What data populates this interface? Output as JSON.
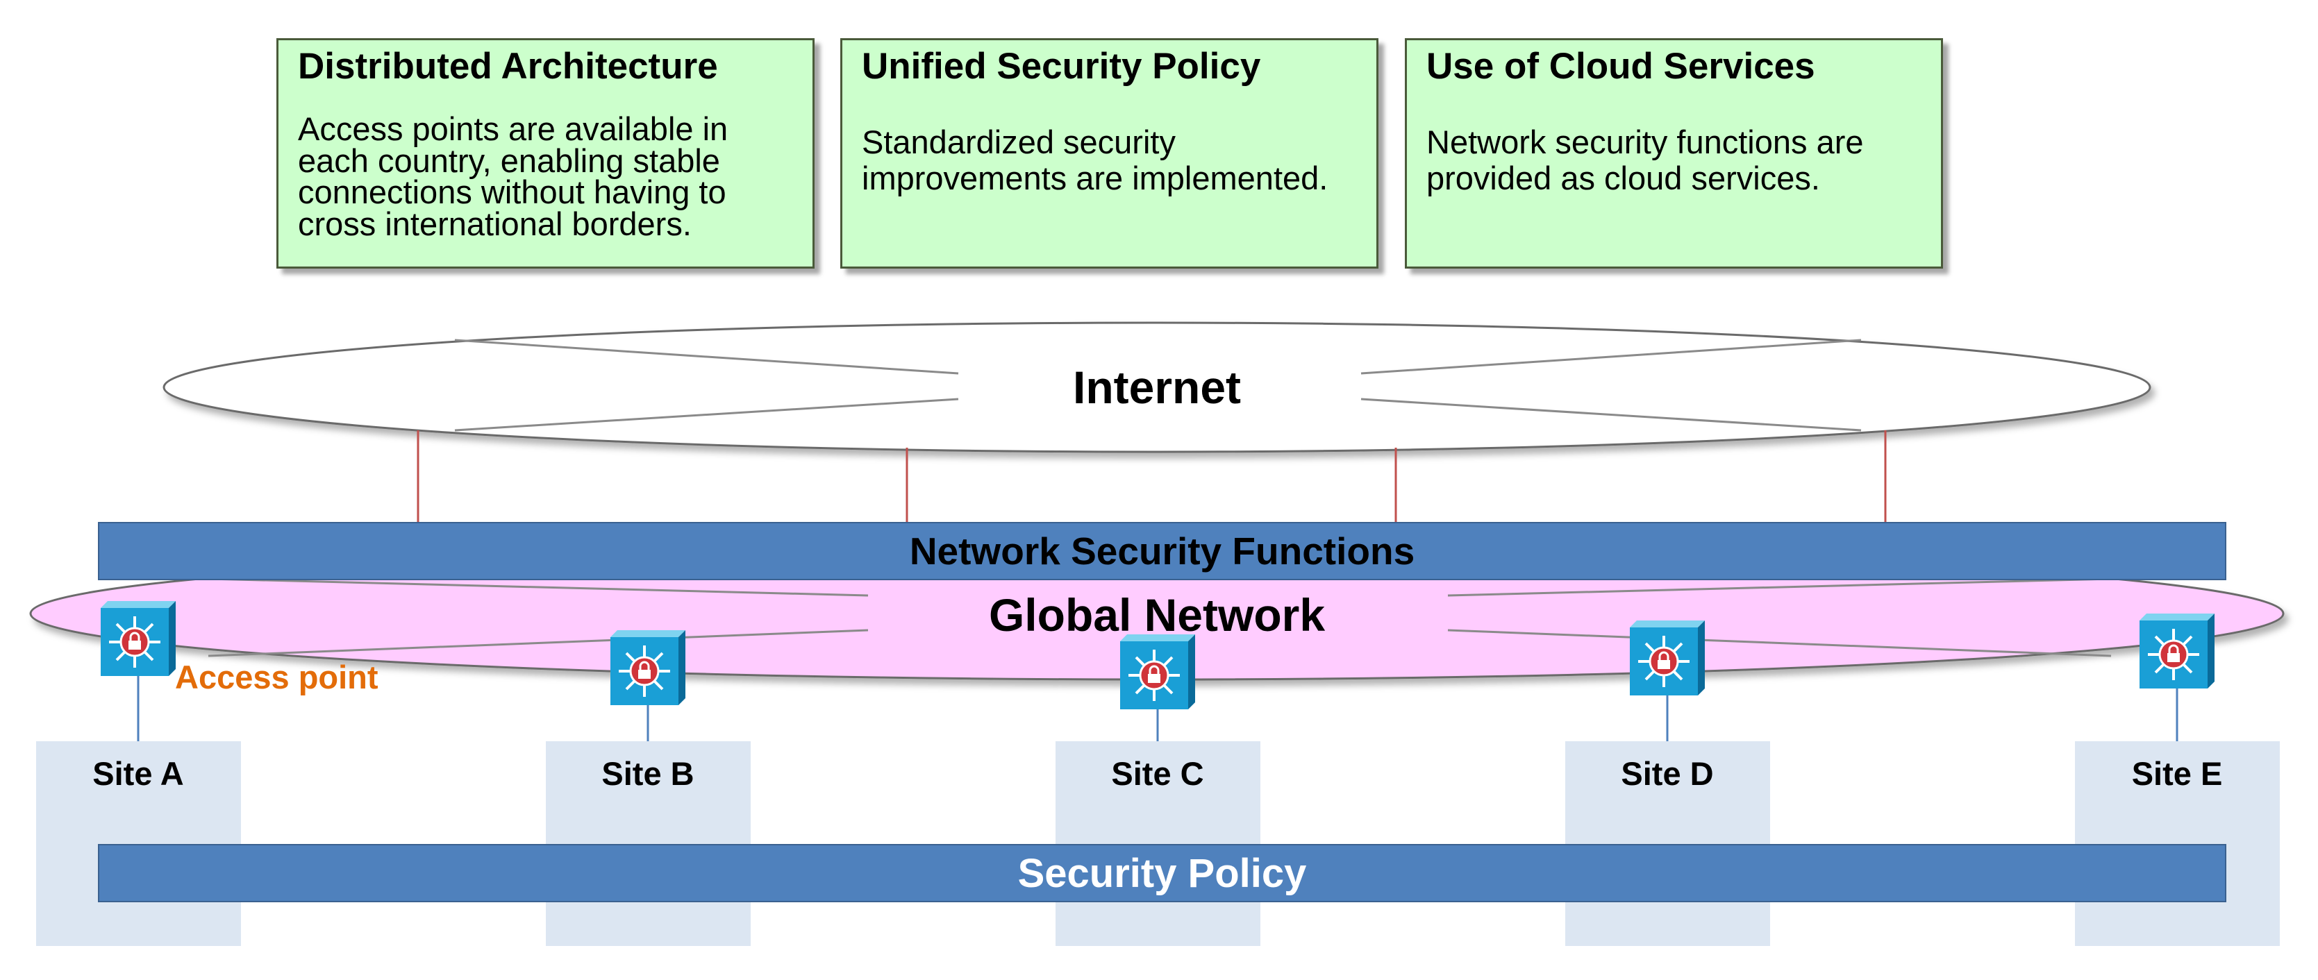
{
  "boxes": [
    {
      "title": "Distributed Architecture",
      "lines": [
        "Access points are available in",
        "each country, enabling stable",
        "connections without having to",
        "cross international borders."
      ]
    },
    {
      "title": "Unified Security Policy",
      "lines": [
        "Standardized security",
        "improvements are implemented."
      ]
    },
    {
      "title": "Use of Cloud Services",
      "lines": [
        "Network security functions are",
        "provided as cloud services."
      ]
    }
  ],
  "internet": {
    "label": "Internet"
  },
  "nsf_bar": {
    "label": "Network Security Functions"
  },
  "global_network": {
    "label": "Global Network"
  },
  "access_point_label": "Access point",
  "sites": [
    {
      "label": "Site A"
    },
    {
      "label": "Site B"
    },
    {
      "label": "Site C"
    },
    {
      "label": "Site D"
    },
    {
      "label": "Site E"
    }
  ],
  "security_policy_bar": {
    "label": "Security Policy"
  },
  "colors": {
    "box_fill": "#ccffcc",
    "bar_fill": "#4f81bd",
    "global_network_fill": "#ffccff",
    "site_fill": "#dce6f2",
    "access_point_label": "#e36c09",
    "internet_link": "#c0504d"
  }
}
